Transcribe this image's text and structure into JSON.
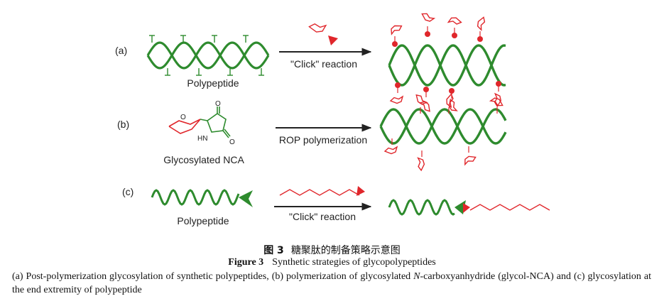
{
  "panels": {
    "a": {
      "label": "(a)",
      "reactant": "Polypeptide",
      "arrow_text": "\"Click\" reaction"
    },
    "b": {
      "label": "(b)",
      "reactant": "Glycosylated NCA",
      "arrow_text": "ROP polymerization",
      "atoms": {
        "o_top": "O",
        "o_ring": "O",
        "o_bottom": "O",
        "hn": "HN"
      }
    },
    "c": {
      "label": "(c)",
      "reactant": "Polypeptide",
      "arrow_text": "\"Click\" reaction"
    }
  },
  "caption": {
    "cn_number": "图 3",
    "cn_title": "糖聚肽的制备策略示意图",
    "en_number": "Figure 3",
    "en_title": "Synthetic strategies of glycopolypeptides",
    "desc_part1": "(a) Post-polymerization glycosylation of synthetic polypeptides, (b) polymerization of glycosylated ",
    "desc_italic": "N",
    "desc_part2": "-carboxyanhydride (glycol-NCA) and (c) glycosylation at the end extremity of polypeptide"
  },
  "colors": {
    "green": "#2e8b2e",
    "red": "#e0262b",
    "arrow": "#222222"
  }
}
